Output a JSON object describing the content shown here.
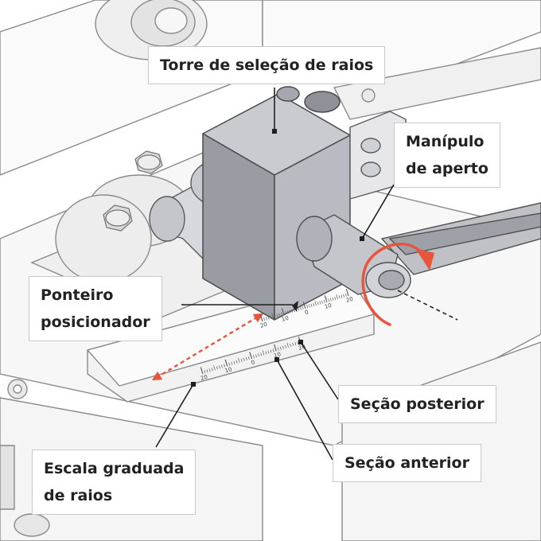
{
  "labels": {
    "torre": "Torre de seleção de raios",
    "manipulo_1": "Manípulo",
    "manipulo_2": "de aperto",
    "ponteiro_1": "Ponteiro",
    "ponteiro_2": "posicionador",
    "secao_posterior": "Seção posterior",
    "secao_anterior": "Seção anterior",
    "escala_1": "Escala graduada",
    "escala_2": "de raios"
  },
  "scale_ticks": {
    "rear": [
      "20",
      "10",
      "0",
      "10",
      "20"
    ],
    "front": [
      "20",
      "10",
      "0",
      "10",
      "20"
    ]
  },
  "colors": {
    "line": "#333333",
    "machine_fill": "#f4f4f4",
    "machine_stroke": "#8a8a8a",
    "tower_top": "#c9cbd1",
    "tower_left": "#9a9ca4",
    "tower_right": "#b9bbc2",
    "handle": "#d2d3d8",
    "accent": "#e8553b"
  },
  "icons": {
    "rotation": "rotate-arrow-icon",
    "adjustment": "double-arrow-icon"
  }
}
